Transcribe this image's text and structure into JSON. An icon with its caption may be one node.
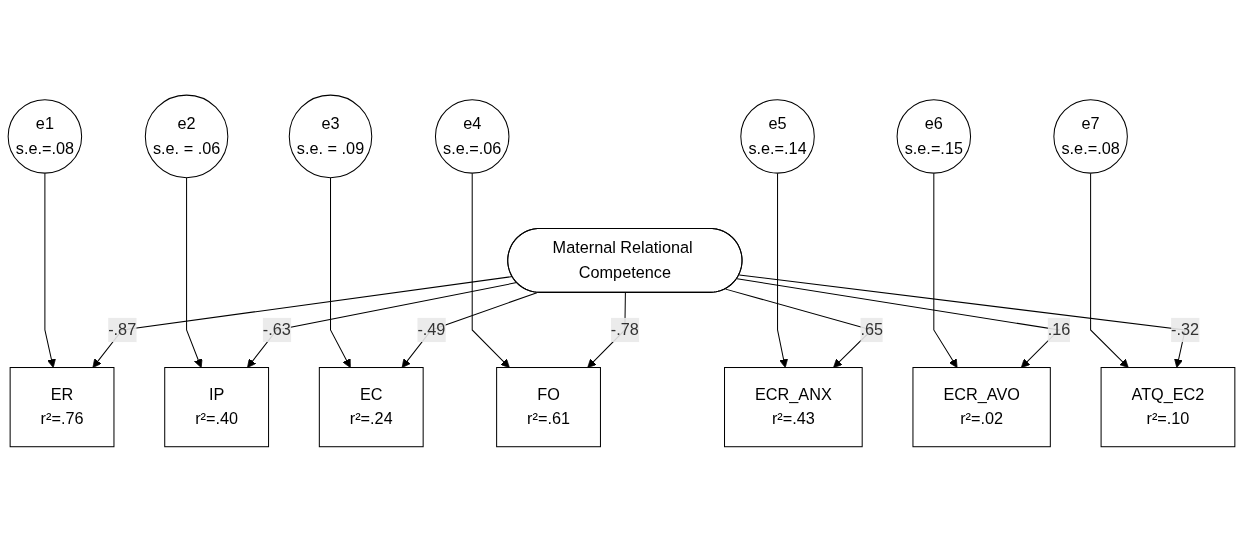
{
  "diagram": {
    "nodes": [
      {
        "text": [
          "e1",
          "s.e.=.08"
        ]
      },
      {
        "text": [
          "e2",
          "s.e. = .06"
        ]
      },
      {
        "text": [
          "e3",
          "s.e. = .09"
        ]
      },
      {
        "text": [
          "e4",
          "s.e.=.06"
        ]
      },
      {
        "text": [
          "e5",
          "s.e.=.14"
        ]
      },
      {
        "text": [
          "e6",
          "s.e.=.15"
        ]
      },
      {
        "text": [
          "e7",
          "s.e.=.08"
        ]
      },
      {
        "text": [
          "ER",
          "r²=.76"
        ]
      },
      {
        "text": [
          "IP",
          "r²=.40"
        ]
      },
      {
        "text": [
          "EC",
          "r²=.24"
        ]
      },
      {
        "text": [
          "FO",
          "r²=.61"
        ]
      },
      {
        "text": [
          "ECR_ANX",
          "r²=.43"
        ]
      },
      {
        "text": [
          "ECR_AVO",
          "r²=.02"
        ]
      },
      {
        "text": [
          "ATQ_EC2",
          "r²=.10"
        ]
      },
      {
        "text": [
          "Maternal Relational Competence"
        ]
      }
    ],
    "edges": [
      {
        "from": 0,
        "to": 7,
        "arrow": "to"
      },
      {
        "from": 1,
        "to": 8,
        "arrow": "to"
      },
      {
        "from": 2,
        "to": 9,
        "arrow": "to"
      },
      {
        "from": 3,
        "to": 10,
        "arrow": "to"
      },
      {
        "from": 4,
        "to": 11,
        "arrow": "to"
      },
      {
        "from": 5,
        "to": 12,
        "arrow": "to"
      },
      {
        "from": 6,
        "to": 13,
        "arrow": "to"
      },
      {
        "from": 14,
        "to": 7,
        "arrow": "to",
        "label": "-.87"
      },
      {
        "from": 14,
        "to": 8,
        "arrow": "to",
        "label": "-.63"
      },
      {
        "from": 14,
        "to": 9,
        "arrow": "to",
        "label": "-.49"
      },
      {
        "from": 14,
        "to": 10,
        "arrow": "to",
        "label": "-.78"
      },
      {
        "from": 14,
        "to": 11,
        "arrow": "to",
        "label": ".65"
      },
      {
        "from": 14,
        "to": 12,
        "arrow": "to",
        "label": ".16"
      },
      {
        "from": 14,
        "to": 13,
        "arrow": "to",
        "label": "-.32"
      }
    ]
  }
}
